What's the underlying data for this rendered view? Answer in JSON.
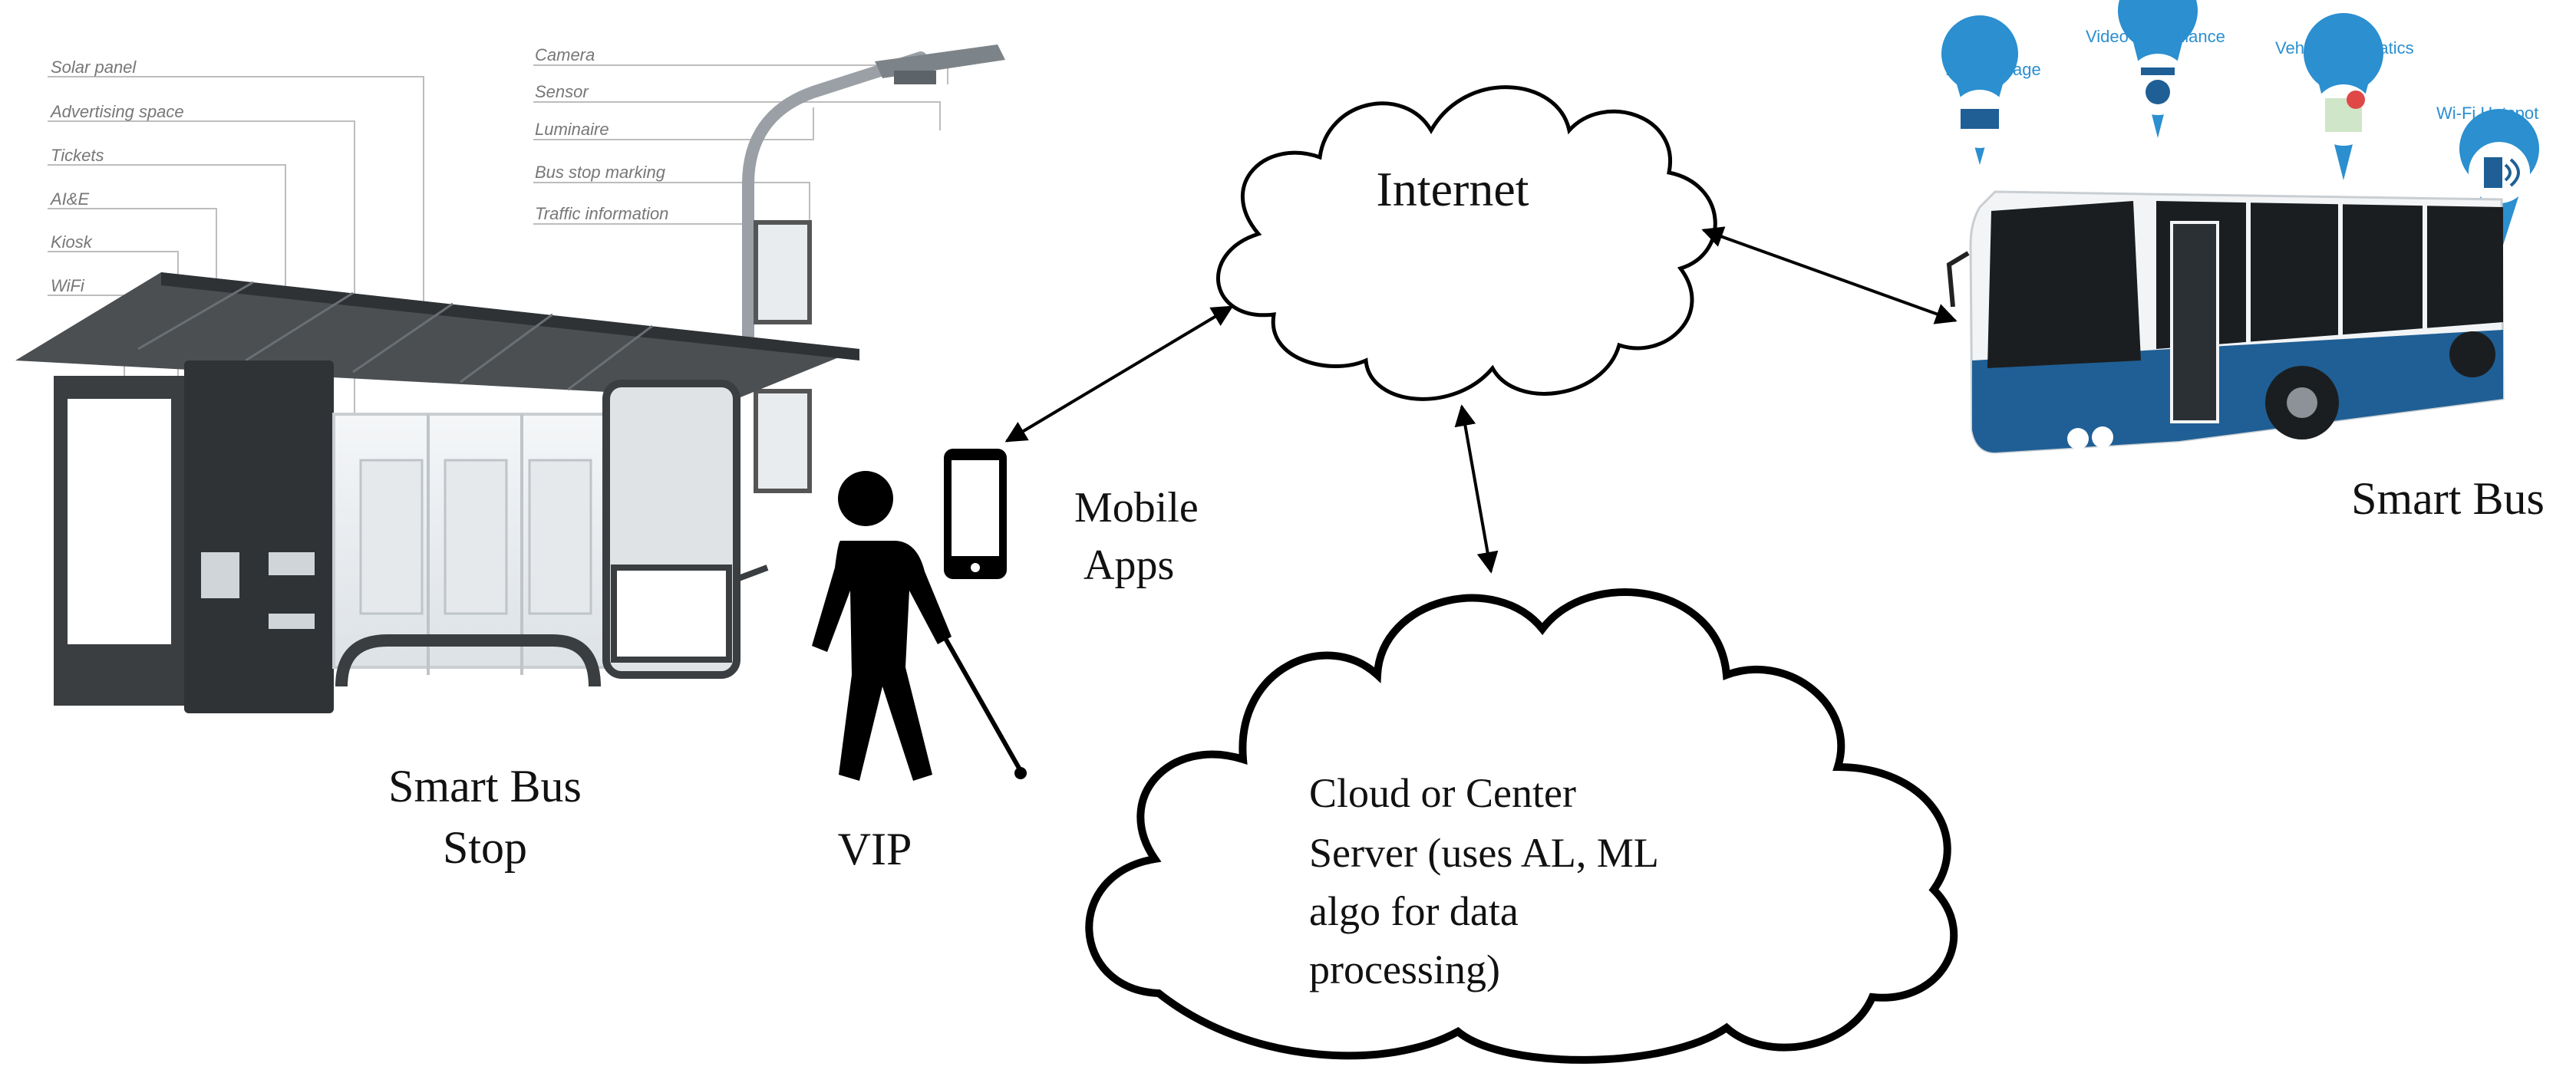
{
  "nodes": {
    "internet": "Internet",
    "cloud_server": [
      "Cloud or Center",
      "Server (uses AL, ML",
      "algo  for data",
      "processing)"
    ],
    "smart_bus": "Smart Bus",
    "smart_bus_stop": [
      "Smart Bus",
      "Stop"
    ],
    "vip": "VIP",
    "mobile_apps": [
      "Mobile",
      "Apps"
    ]
  },
  "bus_stop_features": {
    "left": [
      "Solar panel",
      "Advertising space",
      "Tickets",
      "AI&E",
      "Kiosk",
      "WiFi"
    ],
    "right": [
      "Camera",
      "Sensor",
      "Luminaire",
      "Bus stop marking",
      "Traffic information"
    ]
  },
  "bus_features": [
    "Bus Signage",
    "Video Surveillance",
    "Vehicle Telematics",
    "Wi-Fi Hotspot"
  ],
  "colors": {
    "bus_blue": "#1f5f95",
    "accent_blue": "#2b8fd0",
    "line": "#000000"
  }
}
